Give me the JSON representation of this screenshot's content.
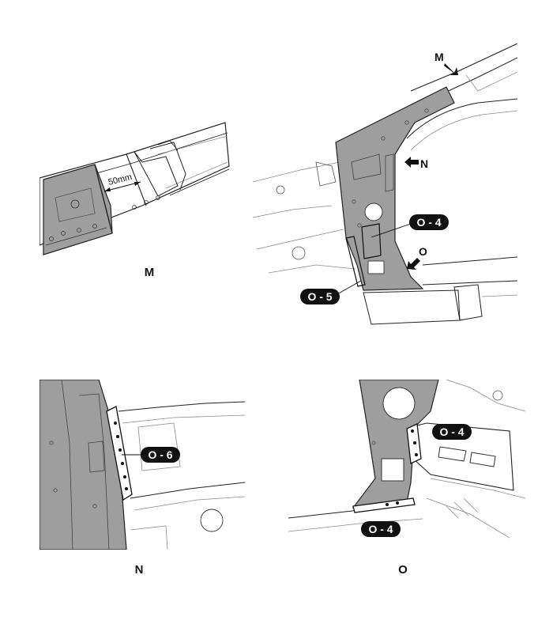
{
  "colors": {
    "panel_fill": "#9e9e9e",
    "line": "#222222",
    "light_line": "#8a8a8a",
    "tag_bg": "#111111",
    "tag_text": "#ffffff"
  },
  "view_m": {
    "caption": "M",
    "dimension": "50mm"
  },
  "main_view": {
    "arrow_m": "M",
    "arrow_n": "N",
    "arrow_o": "O",
    "tag_o4": "O - 4",
    "tag_o5": "O - 5"
  },
  "view_n": {
    "caption": "N",
    "tag": "O - 6"
  },
  "view_o": {
    "caption": "O",
    "tag_top": "O - 4",
    "tag_bottom": "O - 4"
  }
}
